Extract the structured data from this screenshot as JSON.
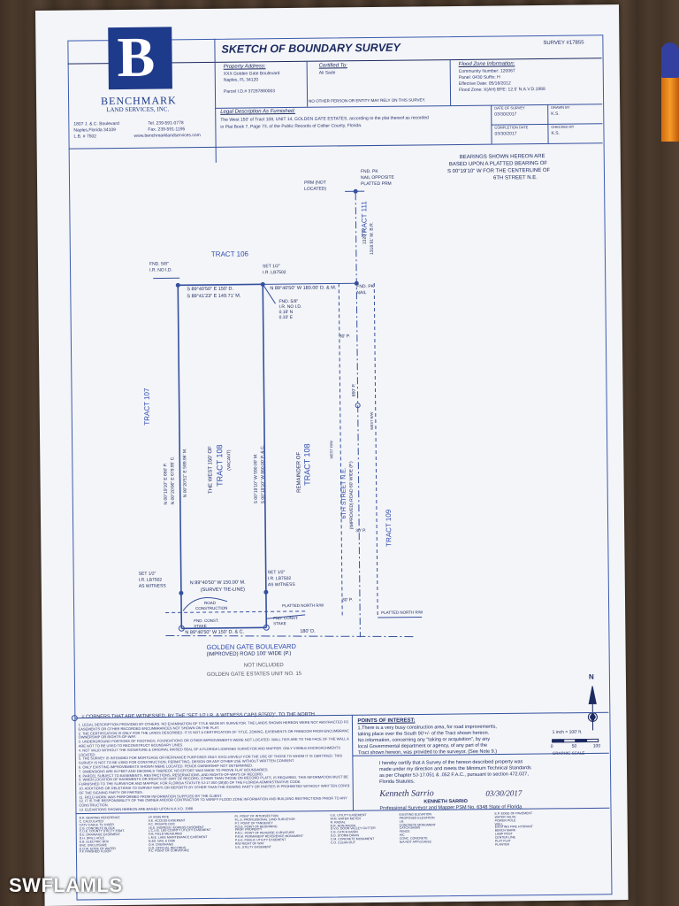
{
  "header": {
    "title": "SKETCH OF BOUNDARY SURVEY",
    "survey_no": "SURVEY #17855",
    "property_address_label": "Property Address:",
    "property_address_line1": "XXX Golden Gate Boulevard",
    "property_address_line2": "Naples, FL 34120",
    "parcel": "Parcel I.D.# 37287880003",
    "certified_to_label": "Certified To:",
    "certified_to": "Ali Sadri",
    "flood_label": "Flood Zone Information:",
    "flood_community": "Community Number: 120067",
    "flood_panel": "Panel: 0430   Suffix: H",
    "flood_effective": "Effective Date: 05/16/2012",
    "flood_zone": "Flood Zone: X(AH)   BFE: 12.5' N.A.V.D.1988",
    "no_other_person": "NO OTHER PERSON OR ENTITY MAY RELY ON THIS SURVEY.",
    "legal_label": "Legal Description As Furnished:",
    "legal_line1": "The West 150' of Tract 108, UNIT 14, GOLDEN GATE ESTATES, according to the plat thereof as recorded",
    "legal_line2": "in Plat Book 7, Page 73, of the Public Records of Collier County, Florida.",
    "date_survey_label": "DATE OF SURVEY",
    "date_survey": "03/30/2017",
    "drawn_by_label": "DRAWN BY",
    "drawn_by": "K.S.",
    "completion_label": "COMPLETION DATE",
    "completion": "03/30/2017",
    "checked_by_label": "CHECKED BY",
    "checked_by": "K.S."
  },
  "company": {
    "name_line1": "BENCHMARK",
    "name_line2": "LAND SERVICES, INC.",
    "address1": "1807 J. & C. Boulevard",
    "address2": "Naples,Florida 34109",
    "lb": "L.B. # 7502",
    "tel": "Tel.  239-591-0778",
    "fax": "Fax. 239-591-1195",
    "web": "www.benchmarklandservices.com"
  },
  "sketch": {
    "bearings_note": [
      "BEARINGS SHOWN HEREON ARE",
      "BASED UPON A PLATTED BEARING OF",
      "S 00°19'10\" W  FOR THE CENTERLINE OF",
      "6TH STREET N.E."
    ],
    "prm": [
      "PRM (NOT",
      "LOCATED)"
    ],
    "fnd_pk_top": [
      "FND. PK",
      "NAIL OPPOSITE",
      "PLATTED PRM"
    ],
    "tract106": "TRACT 106",
    "tract111": "TRACT 111",
    "tract107": "TRACT 107",
    "tract108": "TRACT 108",
    "tract109": "TRACT 109",
    "fnd58_top": [
      "FND. 5/8\"",
      "I.R. NO I.D."
    ],
    "set12_top": [
      "SET 1/2\"",
      "I.R. LB7502"
    ],
    "north_line1": "S 89°40'50\" E  150' D.",
    "north_line2": "S 89°41'23\" E  149.71' M.",
    "north_ext": "N 89°40'50\" W  180.00' D. & M.",
    "fnd_pk_nail": [
      "FND. PK",
      "NAIL"
    ],
    "fnd58_mid": [
      "FND. 5/8\"",
      "I.R. NO I.D.",
      "0.18' N",
      "0.33' E"
    ],
    "dim_br": [
      "1320' P.",
      "1318.91' M. B.R."
    ],
    "west_line1": "N 00°19'10\" E  660' P.",
    "west_line2": "N 00°20'06\" E  679.95' C.",
    "tie_line1": "N 00°20'51\" E  589.96' M.",
    "west150_1": "THE WEST 150' OF",
    "west150_2": "(VACANT)",
    "east_line1": "S 00°19'10\" W  590.00' M.",
    "east_line2": "S 00°19'10\" W  660.00' P. & C.",
    "remainder": "REMAINDER OF",
    "street_name": "6TH STREET N.E.",
    "street_row": "(IMPROVED) ROAD 60' WIDE (P.)",
    "west_rw": "WEST R/W",
    "p30": "30' P.",
    "p660": "660' P.",
    "set12_left": [
      "SET 1/2\"",
      "I.R. LB7502",
      "AS WITNESS"
    ],
    "set12_right": [
      "SET 1/2\"",
      "I.R. LB7502",
      "AS WITNESS"
    ],
    "survey_tie": "N 89°40'50\" W  150.00' M.",
    "survey_tie2": "(SURVEY TIE-LINE)",
    "road_construction": [
      "ROAD",
      "CONSTRUCTION"
    ],
    "fnd_const": [
      "FND. CONST.",
      "STAKE"
    ],
    "platted_north": "PLATTED NORTH R/W",
    "south_line": "N 89°40'50\" W  150' D. & C.",
    "d180": "180' D.",
    "road_name": "GOLDEN GATE BOULEVARD",
    "road_row": "(IMPROVED) ROAD 100' WIDE (P.)",
    "not_included": "NOT INCLUDED",
    "not_included2": "GOLDEN GATE ESTATES UNIT NO. 15",
    "witness_note": "= CORNERS THAT ARE WITNESSED, BY THE \"SET 1/2 I.R. & WITNESS CAP(LB7502)\", TO THE NORTH",
    "north": "N",
    "scale_label": "1 inch = 100' ft.",
    "scale_ticks": [
      "0",
      "50",
      "100"
    ],
    "scale_caption": "GRAPHIC SCALE"
  },
  "notes": [
    "1. LEGAL DESCRIPTION PROVIDED BY OTHERS. NO EXAMINATION OF TITLE MADE BY SURVEYOR. THE LANDS SHOWN HEREON WERE NOT ABSTRACTED FOR",
    "EASEMENTS OR OTHER RECORDED ENCUMBRANCES NOT SHOWN ON THE PLAT.",
    "2. THE CERTIFICATION IS ONLY FOR THE LANDS DESCRIBED. IT IS NOT A CERTIFICATION OF TITLE, ZONING, EASEMENTS OR FREEDOM FROM ENCUMBRANCES.",
    "OWNERSHIP OR RIGHTS-OF-WAY.",
    "3. UNDERGROUND PORTIONS OF FOOTINGS, FOUNDATIONS OR OTHER IMPROVEMENTS WERE NOT LOCATED. WALL TIES ARE TO THE FACE OF THE WALL AND",
    "ARE NOT TO BE USED TO RECONSTRUCT BOUNDARY LINES.",
    "4. NOT VALID WITHOUT THE SIGNATURE & ORIGINAL RAISED SEAL OF A FLORIDA LICENSED SURVEYOR AND MAPPER. ONLY VISIBLE ENCROACHMENTS",
    "LOCATED.",
    "5. THE SURVEY IS INTENDED FOR MORTGAGE OR REFINANCE PURPOSES ONLY. EXCLUSIVELY FOR THE USE OF THOSE TO WHOM IT IS CERTIFIED. THIS",
    "SURVEY IS NOT TO BE USED FOR CONSTRUCTION, PERMITTING, DESIGN OR ANY OTHER USE WITHOUT WRITTEN CONSENT.",
    "6. ONLY EXISTING IMPROVEMENTS SHOWN WERE LOCATED. FENCE OWNERSHIP NOT DETERMINED.",
    "7. DIMENSIONS ARE IN FEET AND DECIMALS THEREOF. NO EFFORT WAS MADE TO PROVE FLAT BOUNDARIES.",
    "8. PARCEL SUBJECT TO EASEMENTS, RESTRICTIONS, RESERVATIONS, AND RIGHTS-OF-WAYS OF RECORD.",
    "9. WHEN LOCATION OF EASEMENTS OR RIGHTS-OF-WAY OF RECORD, OTHER THAN THOSE ON RECORD PLATS, IS REQUIRED, THIS INFORMATION MUST BE",
    "FURNISHED TO THE SURVEYOR AND MAPPER. FOR FLORIDA STATUTE 5J-17.050 (28)(b) OF THE FLORIDA ADMINISTRATIVE CODE.",
    "10. ADDITIONS OR DELETIONS TO SURVEY MAPS OR REPORTS BY OTHER THAN THE SIGNING PARTY OR PARTIES IS PROHIBITED WITHOUT WRITTEN CONSENT",
    "OF THE SIGNING PARTY OR PARTIES.",
    "11. FIELD WORK WAS PERFORMED FROM INFORMATION SUPPLIED BY THE CLIENT.",
    "12. IT IS THE RESPONSIBILITY OF THE OWNER AND/OR CONTRACTOR TO VERIFY FLOOD ZONE INFORMATION AND BUILDING RESTRICTIONS PRIOR TO ANY",
    "CONSTRUCTION.",
    "13. ELEVATIONS SHOWN HEREON ARE BASED UPON N.A.V.D. 1988."
  ],
  "points_of_interest": {
    "label": "POINTS OF INTEREST:",
    "lines": [
      "1.There is a very busy construction area, for road improvements,",
      "taking place over the South 90'+/- of the Tract shown hereon.",
      "No information, concerning any \"taking or acquisition\", by any",
      "local Governmental department or agency, of any part of the",
      "Tract shown hereon, was provided to the surveyor. (See Note 9.)"
    ]
  },
  "certification": {
    "lines": [
      "I hereby certify that A Survey of  the hereon described property was",
      "made under my direction and  meets the Minimum Technical Standards",
      "as per Chapter 5J-17.051 & .052 F.A.C., pursuant to section 472.027,",
      "Florida Statutes."
    ],
    "signature": "Kenneth Sarrio",
    "sig_date": "03/30/2017",
    "name": "KENNETH SARRIO",
    "title": "Professional Surveyor and Mapper  PSM No. 6348   State of Florida"
  },
  "abbrev": {
    "col1": [
      "B.R.   BEARING REFERENCE",
      "C.     CALCULATED",
      "CATV   CABLE TV. RISER",
      "C.B.   CONCRETE BLOCK",
      "C.U.E. COUNTY UTILITY ESMT.",
      "D.E.   DRAINAGE EASEMENT",
      "D.H.   DRILL HOLE",
      "E.B.   ELECTRIC BOX",
      "ENC.   ENCLOSURE",
      "E.O.W. EDGE OF WATER",
      "F.F.   FINISHED FLOOR"
    ],
    "col2": [
      "I.P.   IRON PIPE",
      "A.E.   ACCESS EASEMENT",
      "P.C.   PRIVATE DOC",
      "I.E.E.  INGRESS / EGRESS EASEMENT",
      "L.C.U.E. LEE COUNTY UTILITY EASEMENT",
      "F.M.   FIELD MEASURED",
      "L.M.E.  LAKE MAINTENANCE EASEMENT",
      "N.&D.   NAIL & DISK",
      "O.H.    OVERHANG",
      "O.R.    OFFICIAL RECORDS",
      "P.C.    POINT OF CURVATURE"
    ],
    "col3": [
      "P.I.  POINT OF INTERSECTION",
      "P.L.S. PROFESSIONAL LAND SURVEYOR",
      "P.T.  POINT OF TANGENCY",
      "P.O.B. POINT OF BEGINNING",
      "PROP. PROPERTY",
      "P.R.C. POINT OF REVERSE CURVATURE",
      "P.R.M. PERMANENT REFERENCE MONUMENT",
      "P.U.E. PUBLIC UTILITY EASEMENT",
      "R/W   RIGHT OF WAY",
      "U.E.  UTILITY EASEMENT"
    ],
    "col4": [
      "U.E.  UTILITY EASEMENT",
      "W.M.  WATER METER",
      "R.    RADIAL",
      "N.R.  NON-RADIAL",
      "D.V.G. DOOR VALLEY GUTTER",
      "C.B.  CATCH BASIN",
      "S.D.  STORM DRAIN",
      "C.M.  CONCRETE MONUMENT",
      "C.O.  CLEAN OUT"
    ],
    "legend": [
      "EXISTING ELEVATION",
      "PROPOSED ELEVATION",
      "I.R.",
      "CONCRETE MONUMENT",
      "CATCH BASIN",
      "FENCE",
      "A/C",
      "CONC. CONCRETE",
      "N/A NOT APPLICABLE",
      "E.P. EDGE OF PAVEMENT",
      "WATER VALVE",
      "POWER POLE",
      "WELL",
      "EXISTING FIRE HYDRANT",
      "BENCH MARK",
      "LAMP POST",
      "CENTER LINE",
      "PLAT PLAT",
      "PLANTER"
    ]
  },
  "watermark": "SWFLAMLS",
  "colors": {
    "ink": "#1c2a60",
    "frame": "#3b5bb0",
    "logo": "#1e3a8a",
    "paper": "#f4f5f8",
    "wood": "#4a3a2c"
  }
}
